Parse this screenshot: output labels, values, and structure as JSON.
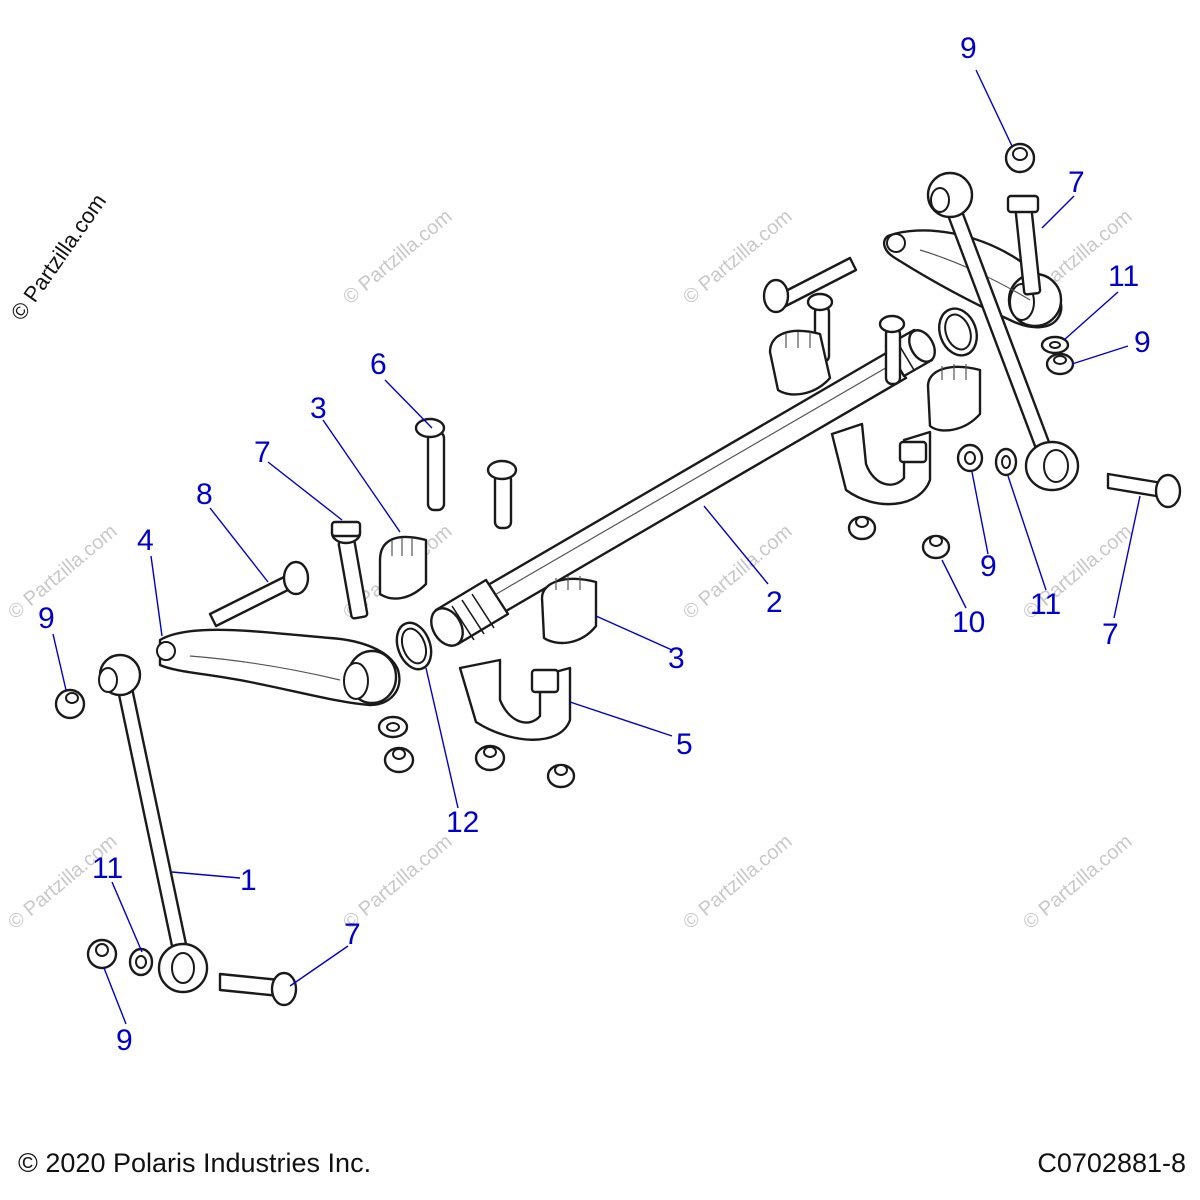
{
  "watermark": {
    "side_text": "© Partzilla.com",
    "tile_text": "© Partzilla.com"
  },
  "callouts": {
    "c1": "1",
    "c2": "2",
    "c3a": "3",
    "c3b": "3",
    "c4": "4",
    "c5": "5",
    "c6": "6",
    "c7a": "7",
    "c7b": "7",
    "c7c": "7",
    "c7d": "7",
    "c8": "8",
    "c9a": "9",
    "c9b": "9",
    "c9c": "9",
    "c9d": "9",
    "c9e": "9",
    "c10": "10",
    "c11a": "11",
    "c11b": "11",
    "c11c": "11",
    "c12": "12"
  },
  "footer": {
    "copyright": "© 2020 Polaris Industries Inc.",
    "drawing_id": "C0702881-8"
  },
  "colors": {
    "callout": "#0000cc",
    "line": "#1a1a1a",
    "watermark": "#c8c8c8"
  }
}
